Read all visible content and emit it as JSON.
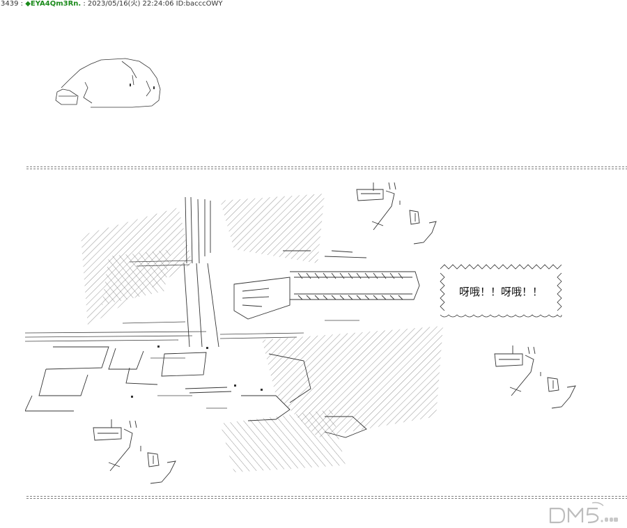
{
  "post": {
    "number": "3439",
    "separator": " : ",
    "trip": "◆EYA4Qm3Rn.",
    "datetime": " : 2023/05/16(火) 22:24:06 ID:bacccOWY"
  },
  "speech": {
    "text": "呀哦！！呀哦！！"
  },
  "colors": {
    "text": "#222222",
    "trip": "#1a8a1a",
    "background": "#ffffff",
    "watermark": "#cfcfcf"
  },
  "icons": {
    "watermark": "dm5-logo"
  }
}
